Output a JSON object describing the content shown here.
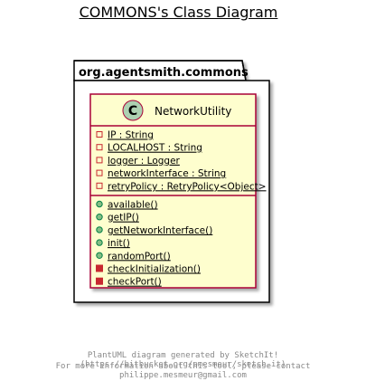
{
  "diagram": {
    "title": "COMMONS's Class Diagram",
    "package": {
      "name": "org.agentsmith.commons"
    },
    "class": {
      "stereotype_letter": "C",
      "name": "NetworkUtility",
      "fields": [
        {
          "visibility": "private",
          "text": "IP : String"
        },
        {
          "visibility": "private",
          "text": "LOCALHOST : String"
        },
        {
          "visibility": "private",
          "text": "logger : Logger"
        },
        {
          "visibility": "private",
          "text": "networkInterface : String"
        },
        {
          "visibility": "private",
          "text": "retryPolicy : RetryPolicy<Object>"
        }
      ],
      "methods": [
        {
          "visibility": "public",
          "text": "available()"
        },
        {
          "visibility": "public",
          "text": "getIP()"
        },
        {
          "visibility": "public",
          "text": "getNetworkInterface()"
        },
        {
          "visibility": "public",
          "text": "init()"
        },
        {
          "visibility": "public",
          "text": "randomPort()"
        },
        {
          "visibility": "private",
          "text": "checkInitialization()"
        },
        {
          "visibility": "private",
          "text": "checkPort()"
        }
      ]
    },
    "colors": {
      "class_fill": "#FEFECE",
      "class_border": "#A80036",
      "circle_fill": "#ADD1B2",
      "public_marker": "#84BE84",
      "private_marker": "#C82930"
    }
  },
  "footer": {
    "line1": "PlantUML diagram generated by SketchIt! (https://bitbucket.org/pmesmeur/sketch.it)",
    "line2": "For more information about this tool, please contact philippe.mesmeur@gmail.com"
  }
}
